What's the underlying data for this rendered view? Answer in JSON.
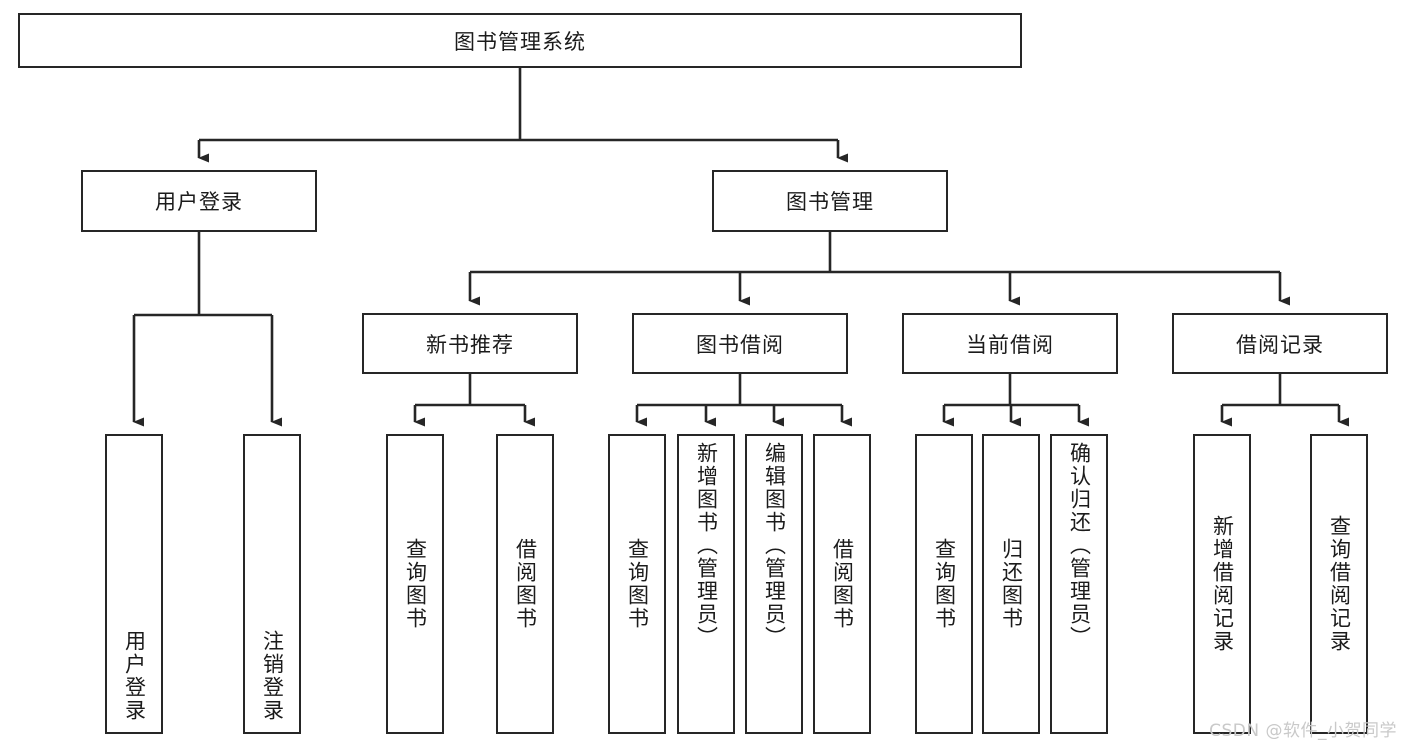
{
  "diagram": {
    "title": "图书管理系统",
    "type": "hierarchy-tree",
    "line_color": "#262626",
    "box_fill": "#ffffff",
    "text_color": "#1b1b1b",
    "root": {
      "label": "图书管理系统"
    },
    "level2": [
      {
        "label": "用户登录"
      },
      {
        "label": "图书管理"
      }
    ],
    "level3": [
      {
        "label": "新书推荐"
      },
      {
        "label": "图书借阅"
      },
      {
        "label": "当前借阅"
      },
      {
        "label": "借阅记录"
      }
    ],
    "leaves": {
      "user_login": [
        {
          "label": "用户登录"
        },
        {
          "label": "注销登录"
        }
      ],
      "new_book_recommend": [
        {
          "label": "查询图书"
        },
        {
          "label": "借阅图书"
        }
      ],
      "book_borrow": [
        {
          "label": "查询图书"
        },
        {
          "label": "新增图书（管理员）"
        },
        {
          "label": "编辑图书（管理员）"
        },
        {
          "label": "借阅图书"
        }
      ],
      "current_borrow": [
        {
          "label": "查询图书"
        },
        {
          "label": "归还图书"
        },
        {
          "label": "确认归还（管理员）"
        }
      ],
      "borrow_records": [
        {
          "label": "新增借阅记录"
        },
        {
          "label": "查询借阅记录"
        }
      ]
    }
  },
  "watermark": {
    "text": "CSDN @软件_小贺同学",
    "color": "#c9c9c9"
  }
}
